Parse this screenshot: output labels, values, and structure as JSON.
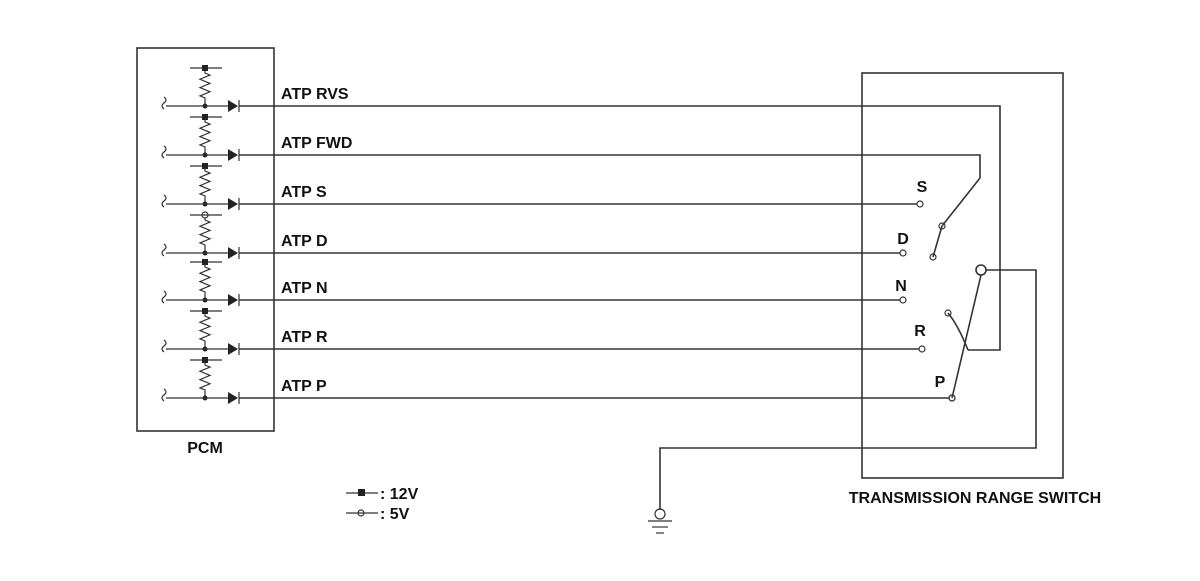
{
  "pcm_label": "PCM",
  "switch_label": "TRANSMISSION RANGE SWITCH",
  "lines": [
    {
      "label": "ATP RVS",
      "supply": "12V"
    },
    {
      "label": "ATP FWD",
      "supply": "12V"
    },
    {
      "label": "ATP S",
      "supply": "12V"
    },
    {
      "label": "ATP D",
      "supply": "5V"
    },
    {
      "label": "ATP N",
      "supply": "12V"
    },
    {
      "label": "ATP R",
      "supply": "12V"
    },
    {
      "label": "ATP P",
      "supply": "12V"
    }
  ],
  "positions": [
    "S",
    "D",
    "N",
    "R",
    "P"
  ],
  "legend": {
    "v12": ": 12V",
    "v5": ": 5V"
  },
  "colors": {
    "wire": "#333333",
    "text": "#111111"
  }
}
